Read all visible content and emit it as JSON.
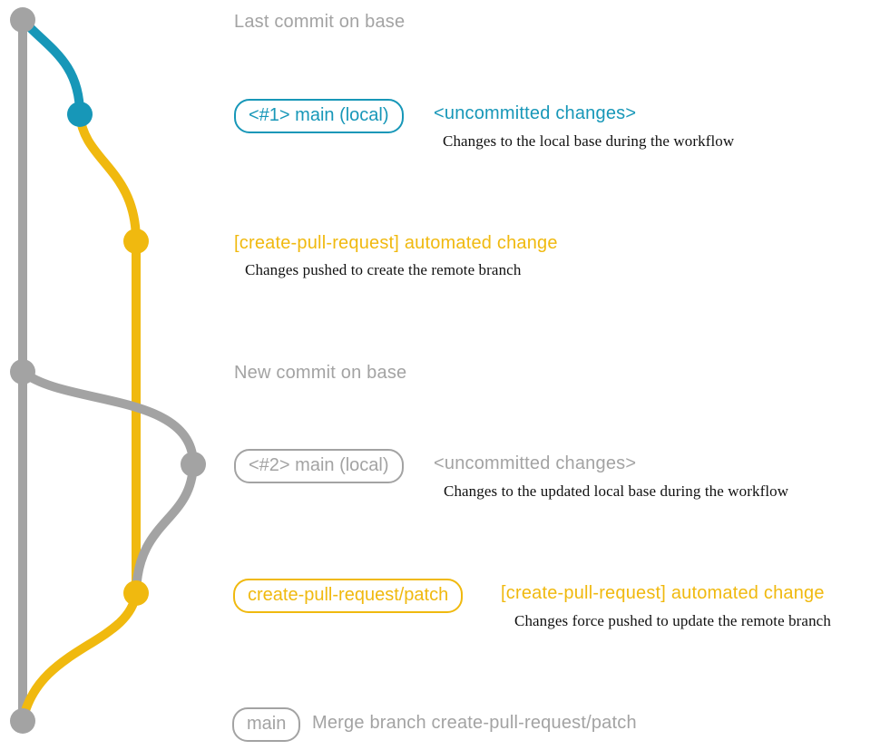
{
  "colors": {
    "gray": "#a3a3a3",
    "teal": "#1797b8",
    "gold": "#f0b90f",
    "desc_text": "#111111",
    "background": "#ffffff"
  },
  "icons": {
    "commit_dot": "filled-circle"
  },
  "graph": {
    "commits": {
      "base_top": "last commit on base (gray dot)",
      "local_main_1": "uncommitted changes on local main (teal dot)",
      "cpr_branch_1": "automated change commit (gold dot)",
      "base_new": "new commit on base (gray dot)",
      "local_main_2": "updated local main (gray dot)",
      "cpr_branch_2": "force pushed automated change (gold dot)",
      "merge_commit": "merge commit on base (gray dot)"
    }
  },
  "annotations": {
    "last_commit": "Last commit on base",
    "new_commit": "New commit on base",
    "row1": {
      "badge": "<#1> main (local)",
      "title": "<uncommitted changes>",
      "desc": "Changes to the local base during the workflow"
    },
    "row2": {
      "title": "[create-pull-request] automated change",
      "desc": "Changes pushed to create the remote branch"
    },
    "row3": {
      "badge": "<#2> main (local)",
      "title": "<uncommitted changes>",
      "desc": "Changes to the updated local base during the workflow"
    },
    "row4": {
      "badge": "create-pull-request/patch",
      "title": "[create-pull-request] automated change",
      "desc": "Changes force pushed to update the remote branch"
    },
    "row5": {
      "badge": "main",
      "title": "Merge branch create-pull-request/patch"
    }
  }
}
